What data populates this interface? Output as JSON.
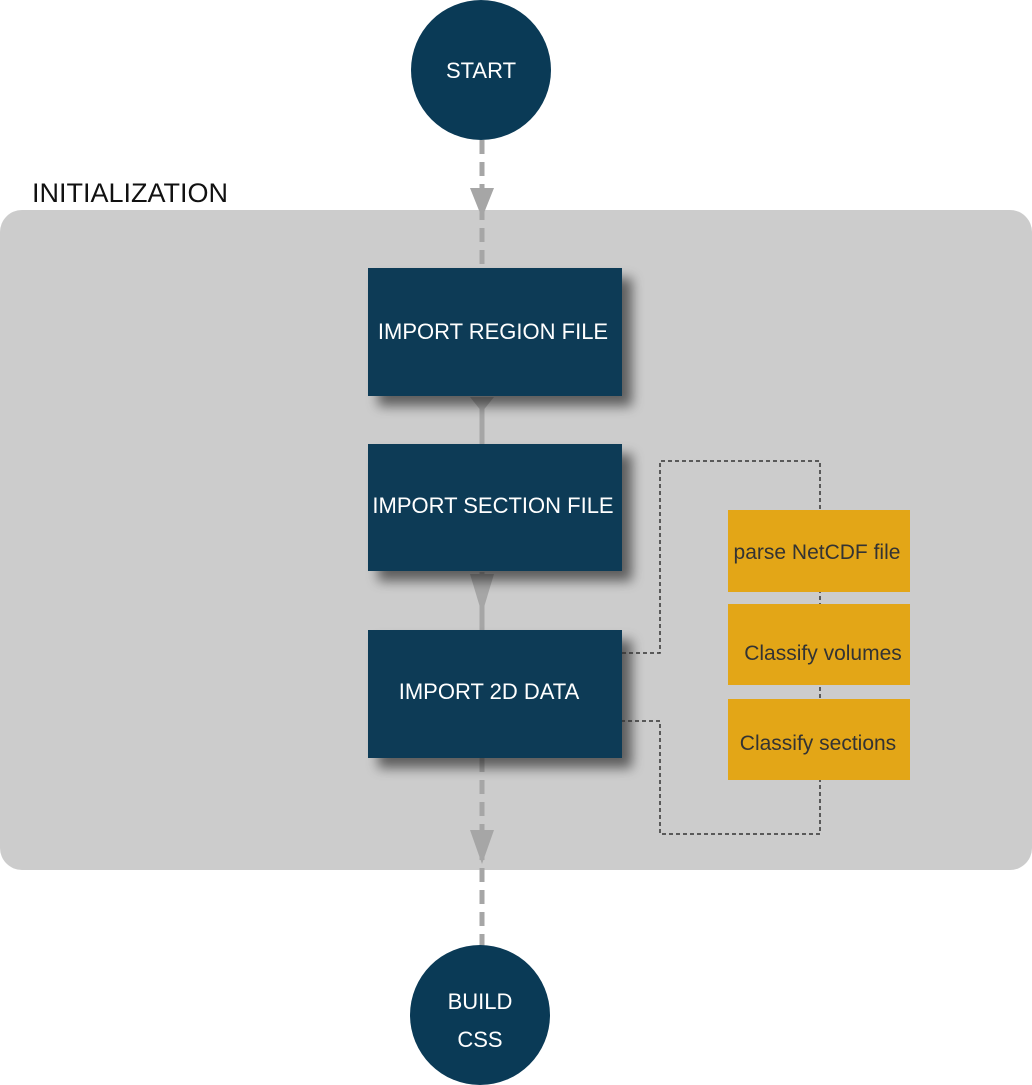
{
  "section": {
    "title": "INITIALIZATION"
  },
  "start_node": {
    "label": "START"
  },
  "end_node": {
    "line1": "BUILD",
    "line2": "CSS"
  },
  "steps": [
    {
      "label": "IMPORT REGION FILE"
    },
    {
      "label": "IMPORT SECTION FILE"
    },
    {
      "label": "IMPORT 2D DATA"
    }
  ],
  "substeps": [
    {
      "label": "parse NetCDF file"
    },
    {
      "label": "Classify volumes"
    },
    {
      "label": "Classify sections"
    }
  ],
  "colors": {
    "node_fill": "#0a3a56",
    "substep_fill": "#e3a617",
    "section_bg": "#cccccc",
    "connector": "#a6a6a6",
    "bracket": "#333333"
  }
}
